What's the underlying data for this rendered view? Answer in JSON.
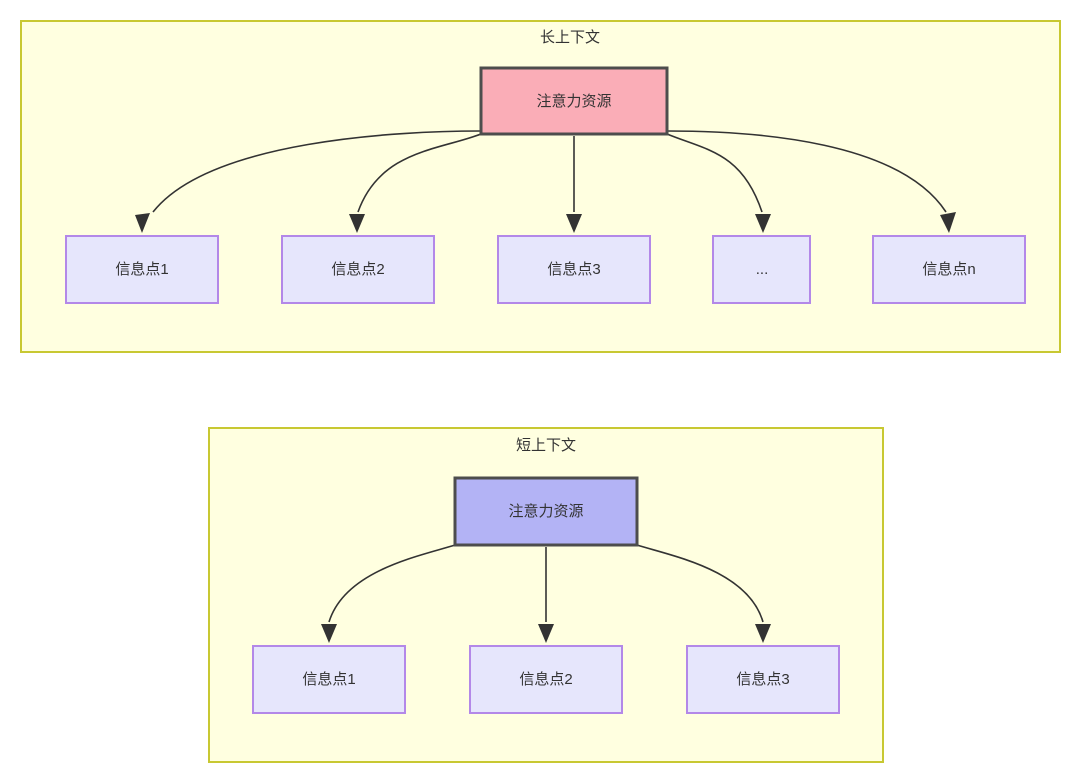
{
  "figure": {
    "title": "",
    "background_color": "#ffffff",
    "panel_fill": "#FFFFE0",
    "panel_border": "#C8C832",
    "leaf_fill": "#E6E6FC",
    "leaf_border": "#B388E8",
    "edge_color": "#333333",
    "text_color": "#333333"
  },
  "panels": [
    {
      "id": "long-context",
      "title": "长上下文",
      "root": {
        "label": "注意力资源",
        "fill": "#FAADB7",
        "border": "#4D4D4D"
      },
      "leaves": [
        {
          "label": "信息点1"
        },
        {
          "label": "信息点2"
        },
        {
          "label": "信息点3"
        },
        {
          "label": "..."
        },
        {
          "label": "信息点n"
        }
      ]
    },
    {
      "id": "short-context",
      "title": "短上下文",
      "root": {
        "label": "注意力资源",
        "fill": "#B3B3F5",
        "border": "#4D4D4D"
      },
      "leaves": [
        {
          "label": "信息点1"
        },
        {
          "label": "信息点2"
        },
        {
          "label": "信息点3"
        }
      ]
    }
  ]
}
